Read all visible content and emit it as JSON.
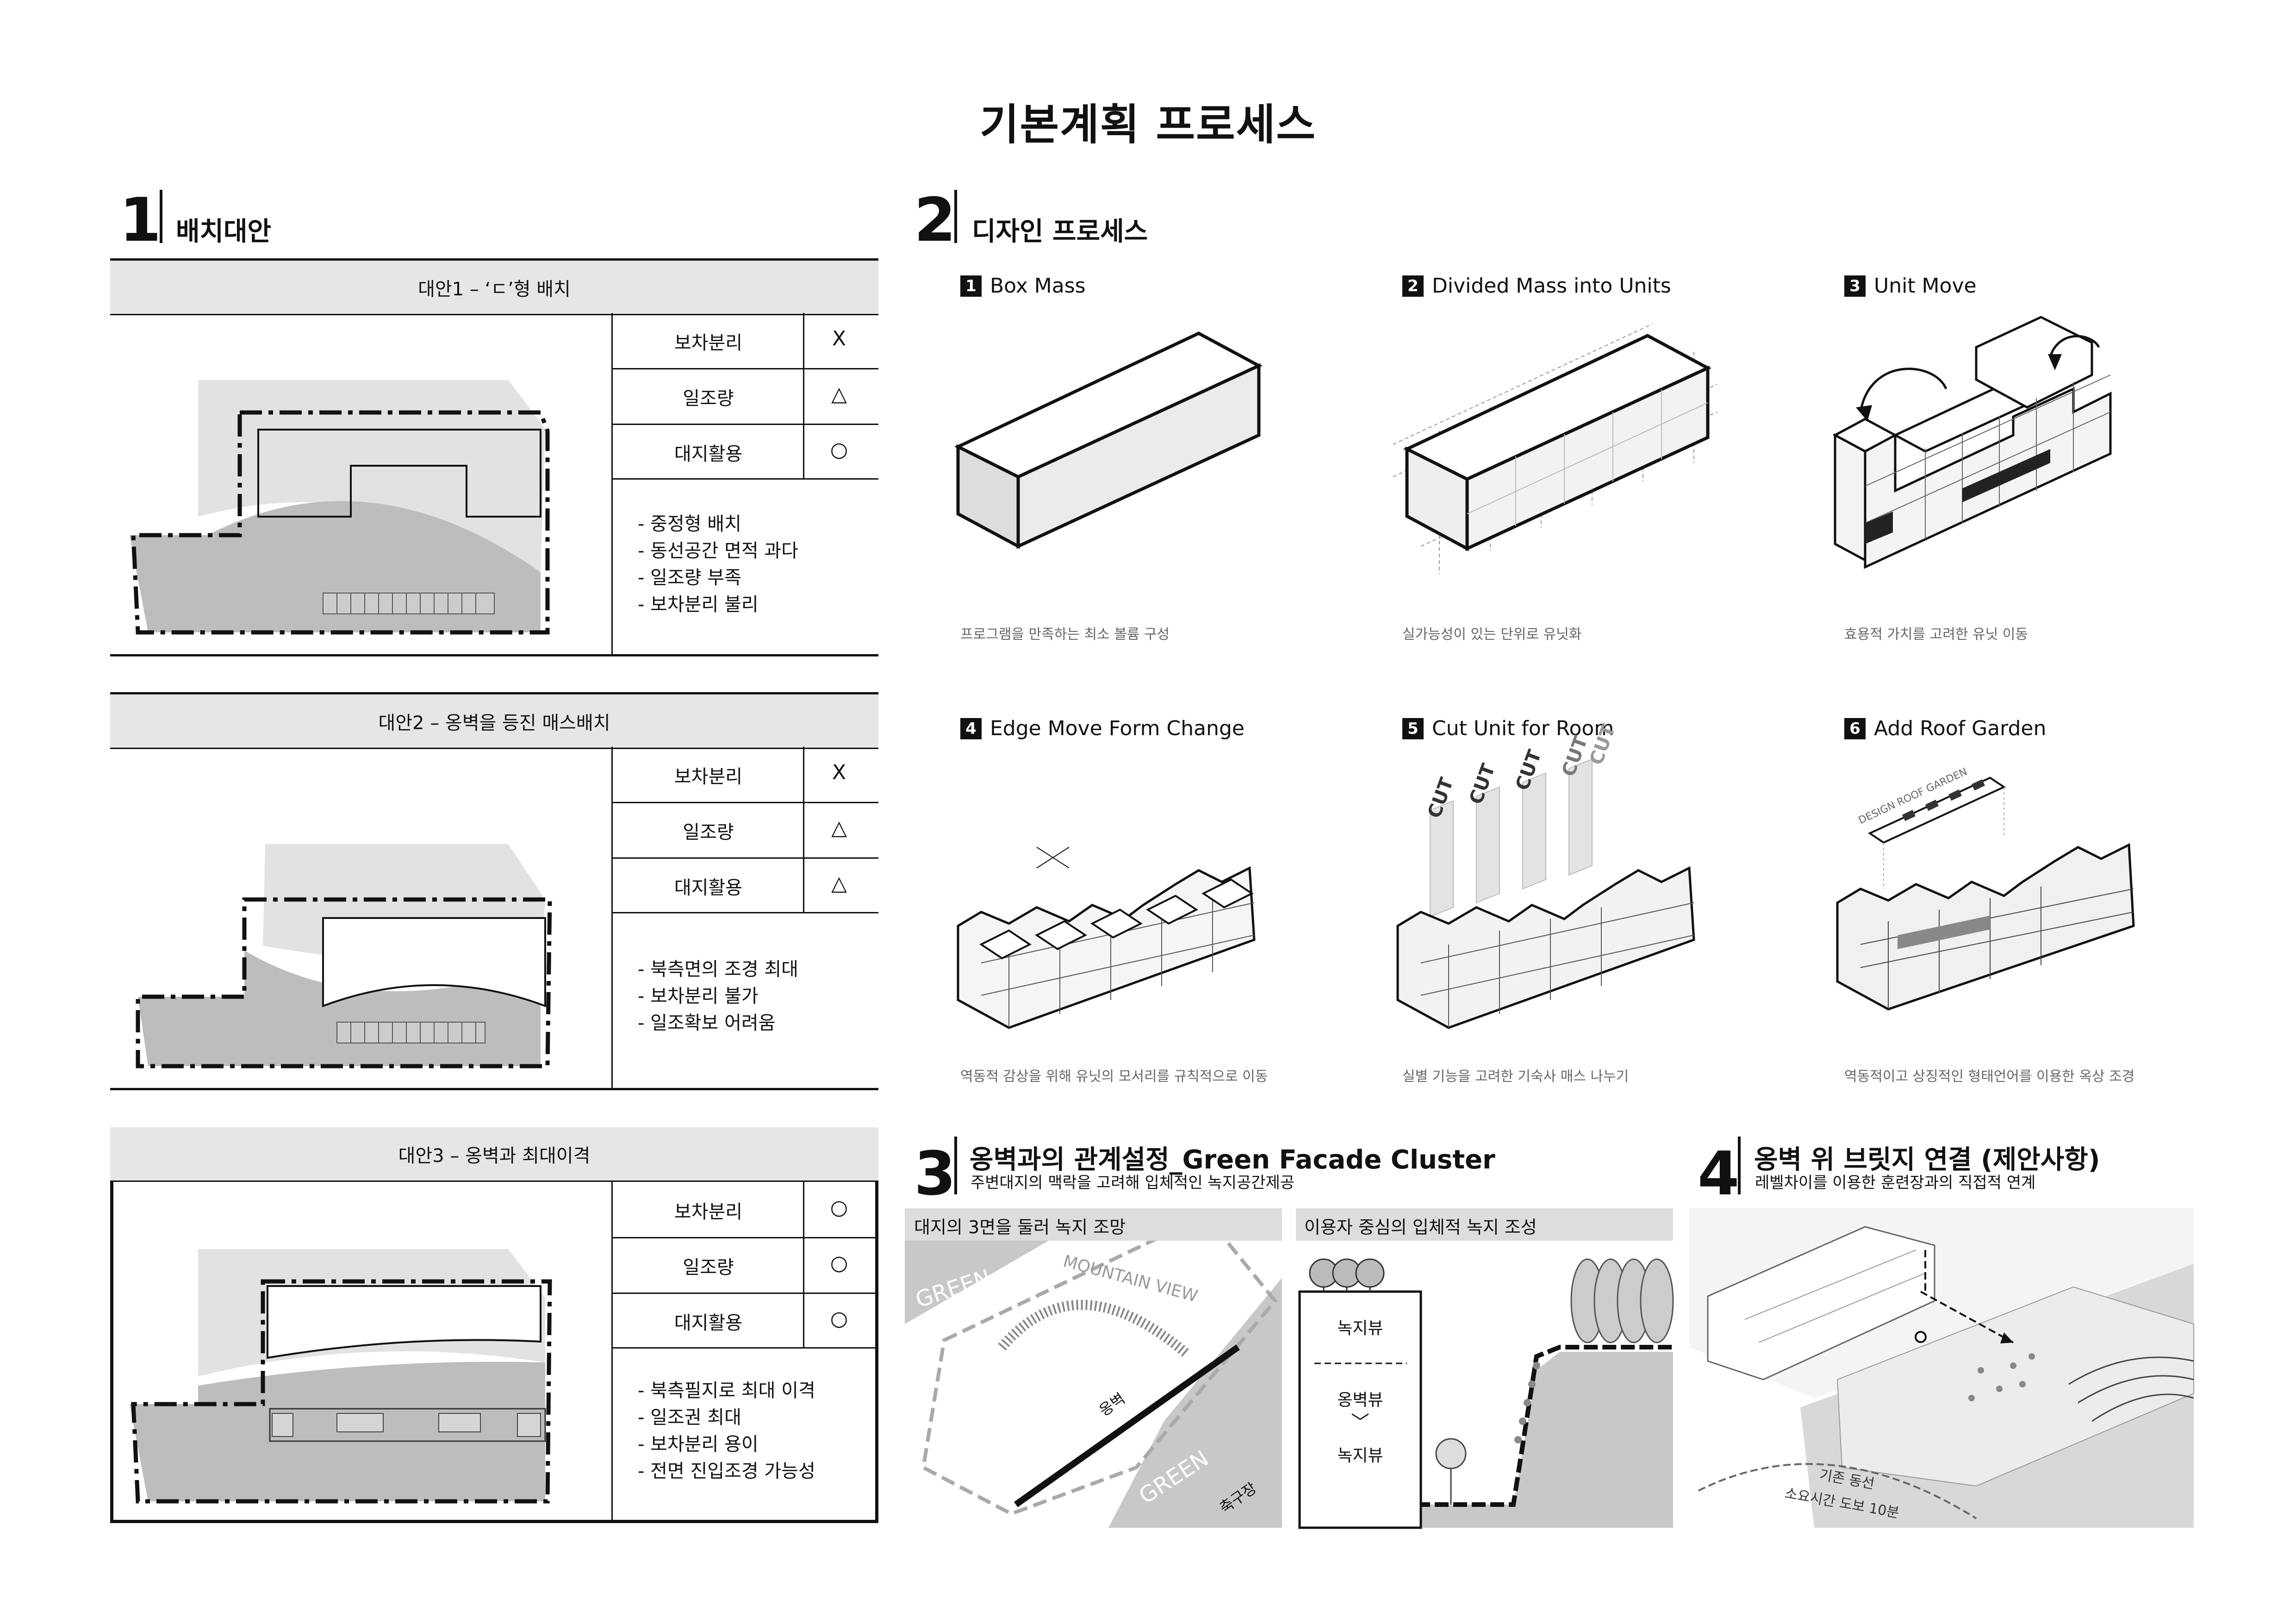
{
  "page_title": "기본계획 프로세스",
  "section1": {
    "number": "1",
    "title": "배치대안",
    "alternatives": [
      {
        "title": "대안1 – ‘ㄷ’형 배치",
        "criteria": [
          {
            "label": "보차분리",
            "mark": "X"
          },
          {
            "label": "일조량",
            "mark": "△"
          },
          {
            "label": "대지활용",
            "mark": "○"
          }
        ],
        "notes": [
          "- 중정형 배치",
          "- 동선공간 면적 과다",
          "- 일조량 부족",
          "- 보차분리 불리"
        ]
      },
      {
        "title": "대안2 – 옹벽을 등진 매스배치",
        "criteria": [
          {
            "label": "보차분리",
            "mark": "X"
          },
          {
            "label": "일조량",
            "mark": "△"
          },
          {
            "label": "대지활용",
            "mark": "△"
          }
        ],
        "notes": [
          "- 북측면의 조경 최대",
          "- 보차분리 불가",
          "- 일조확보 어려움"
        ]
      },
      {
        "title": "대안3 – 옹벽과 최대이격",
        "criteria": [
          {
            "label": "보차분리",
            "mark": "○"
          },
          {
            "label": "일조량",
            "mark": "○"
          },
          {
            "label": "대지활용",
            "mark": "○"
          }
        ],
        "notes": [
          "- 북측필지로 최대 이격",
          "- 일조권 최대",
          "- 보차분리 용이",
          "- 전면 진입조경 가능성"
        ]
      }
    ]
  },
  "section2": {
    "number": "2",
    "title": "디자인 프로세스",
    "steps": [
      {
        "num": "1",
        "label": "Box Mass",
        "caption": "프로그램을 만족하는 최소 볼륨 구성"
      },
      {
        "num": "2",
        "label": "Divided Mass into Units",
        "caption": "실가능성이 있는 단위로 유닛화"
      },
      {
        "num": "3",
        "label": "Unit Move",
        "caption": "효용적 가치를 고려한 유닛 이동"
      },
      {
        "num": "4",
        "label": "Edge Move Form Change",
        "caption": "역동적 감상을 위해 유닛의 모서리를 규칙적으로 이동"
      },
      {
        "num": "5",
        "label": "Cut Unit for Room",
        "caption": "실별 기능을 고려한 기숙사 매스 나누기"
      },
      {
        "num": "6",
        "label": "Add Roof Garden",
        "caption": "역동적이고 상징적인 형태언어를 이용한 옥상 조경"
      }
    ],
    "cut_label": "CUT",
    "roof_label": "DESIGN ROOF GARDEN"
  },
  "section3": {
    "number": "3",
    "title": "옹벽과의 관계설정_Green Facade Cluster",
    "subtitle": "주변대지의 맥락을 고려해 입체적인 녹지공간제공",
    "panel_a": {
      "caption": "대지의 3면을 둘러 녹지 조망",
      "green_top": "GREEN",
      "green_bottom": "GREEN",
      "mountain_view": "MOUNTAIN VIEW",
      "wall_label": "옹벽",
      "field_label": "축구장"
    },
    "panel_b": {
      "caption": "이용자 중심의  입체적 녹지 조성",
      "view1": "녹지뷰",
      "view2": "옹벽뷰",
      "arrow": "﹀",
      "view3": "녹지뷰"
    }
  },
  "section4": {
    "number": "4",
    "title": "옹벽 위 브릿지 연결 (제안사항)",
    "subtitle": "레벨차이를 이용한 훈련장과의 직접적 연계",
    "route_line1": "기존 동선",
    "route_line2": "소요시간 도보 10분"
  }
}
